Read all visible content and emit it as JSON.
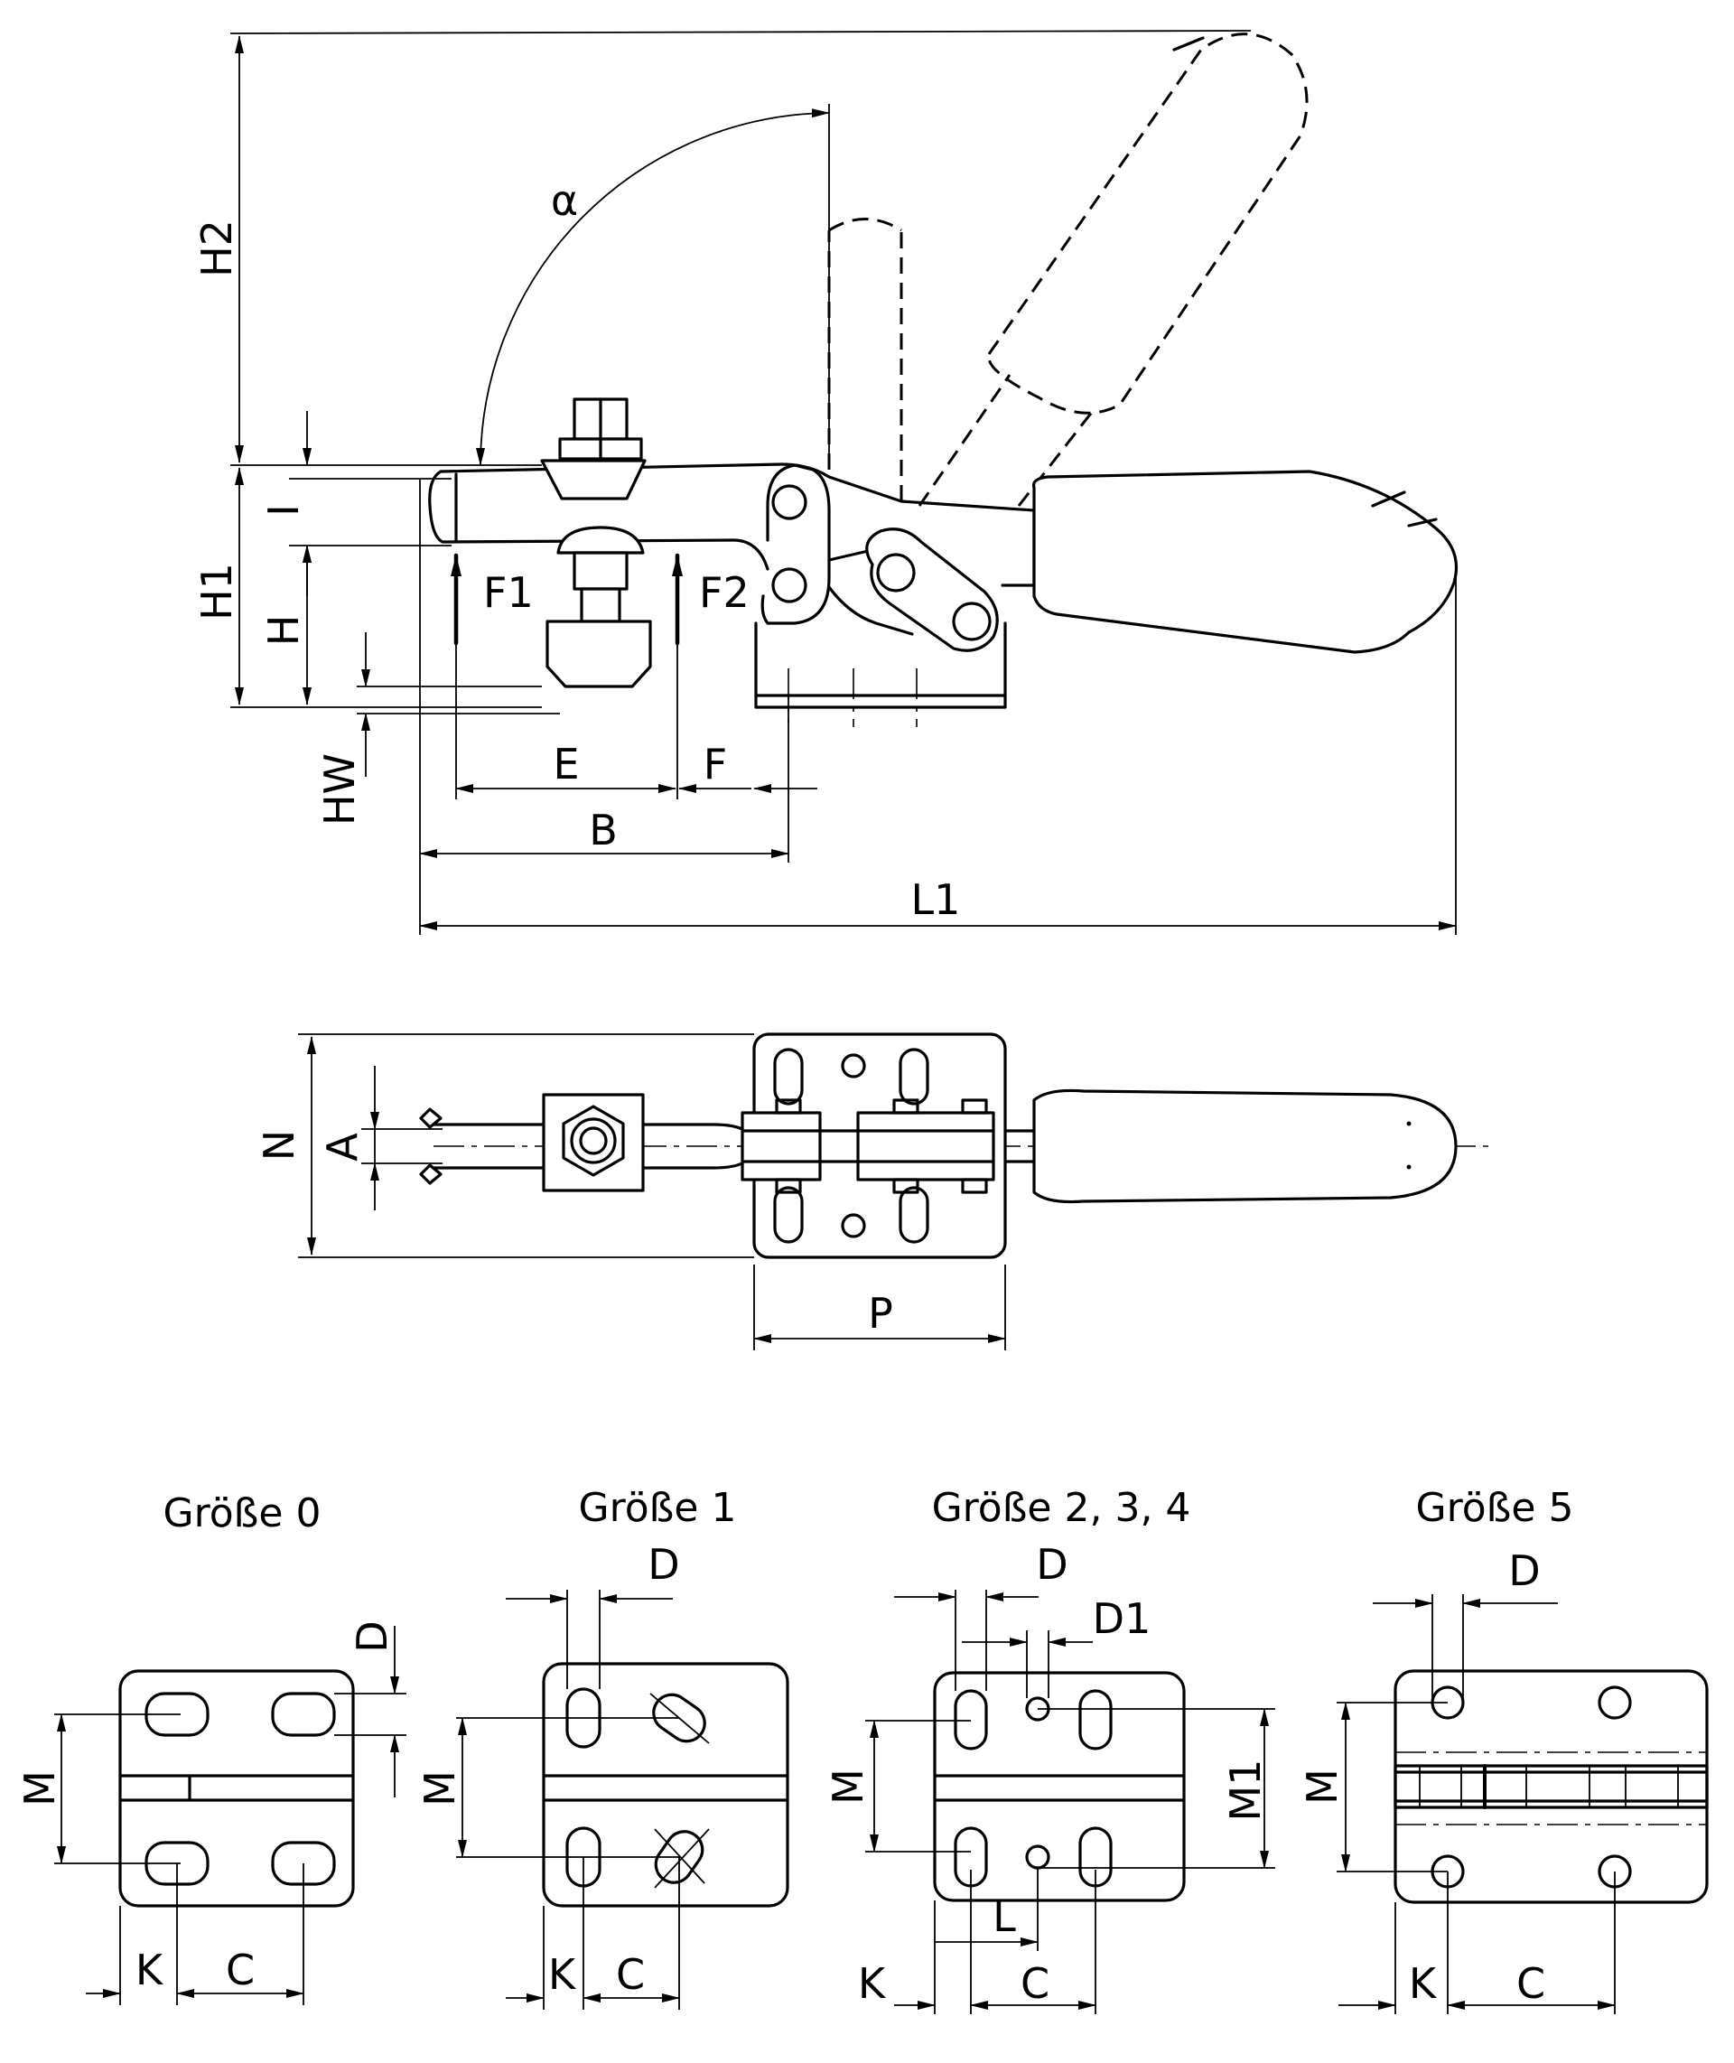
{
  "side_view": {
    "labels": {
      "H2": "H2",
      "alpha": "α",
      "I": "I",
      "H1": "H1",
      "H": "H",
      "HW": "HW",
      "F1": "F1",
      "F2": "F2",
      "E": "E",
      "F": "F",
      "B": "B",
      "L1": "L1"
    }
  },
  "top_view": {
    "labels": {
      "N": "N",
      "A": "A",
      "P": "P"
    }
  },
  "base_plates": [
    {
      "title": "Größe 0",
      "labels": {
        "D": "D",
        "M": "M",
        "K": "K",
        "C": "C"
      }
    },
    {
      "title": "Größe 1",
      "labels": {
        "D": "D",
        "M": "M",
        "K": "K",
        "C": "C"
      }
    },
    {
      "title": "Größe 2, 3, 4",
      "labels": {
        "D": "D",
        "D1": "D1",
        "M": "M",
        "M1": "M1",
        "L": "L",
        "K": "K",
        "C": "C"
      }
    },
    {
      "title": "Größe 5",
      "labels": {
        "D": "D",
        "M": "M",
        "K": "K",
        "C": "C"
      }
    }
  ]
}
